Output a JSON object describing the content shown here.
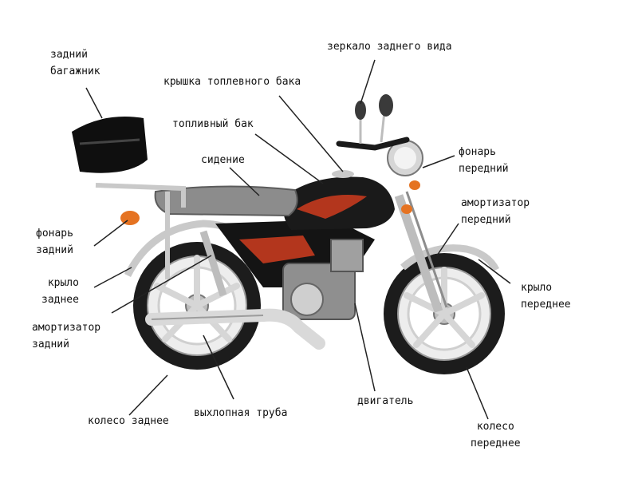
{
  "labels": {
    "rear_rack": [
      "задний",
      "багажник"
    ],
    "mirror": [
      "зеркало заднего вида"
    ],
    "fuel_cap": [
      "крышка топлевного бака"
    ],
    "fuel_tank": [
      "топливный бак"
    ],
    "seat": [
      "сидение"
    ],
    "headlight": [
      "фонарь",
      "передний"
    ],
    "front_shock": [
      "амортизатор",
      "передний"
    ],
    "tail_light": [
      "фонарь",
      "задний"
    ],
    "rear_fender": [
      "крыло",
      "заднее"
    ],
    "front_fender": [
      "крыло",
      "переднее"
    ],
    "rear_shock": [
      "амортизатор",
      "задний"
    ],
    "rear_wheel": [
      "колесо заднее"
    ],
    "exhaust": [
      "выхлопная труба"
    ],
    "engine": [
      "двигатель"
    ],
    "front_wheel": [
      "колесо",
      "переднее"
    ]
  },
  "colors": {
    "tank": "#1a1a1a",
    "stripe": "#b3361d",
    "chrome": "#c9c9c9",
    "tire": "#1c1c1c",
    "rim": "#dcdcdc",
    "light": "#e57322"
  }
}
